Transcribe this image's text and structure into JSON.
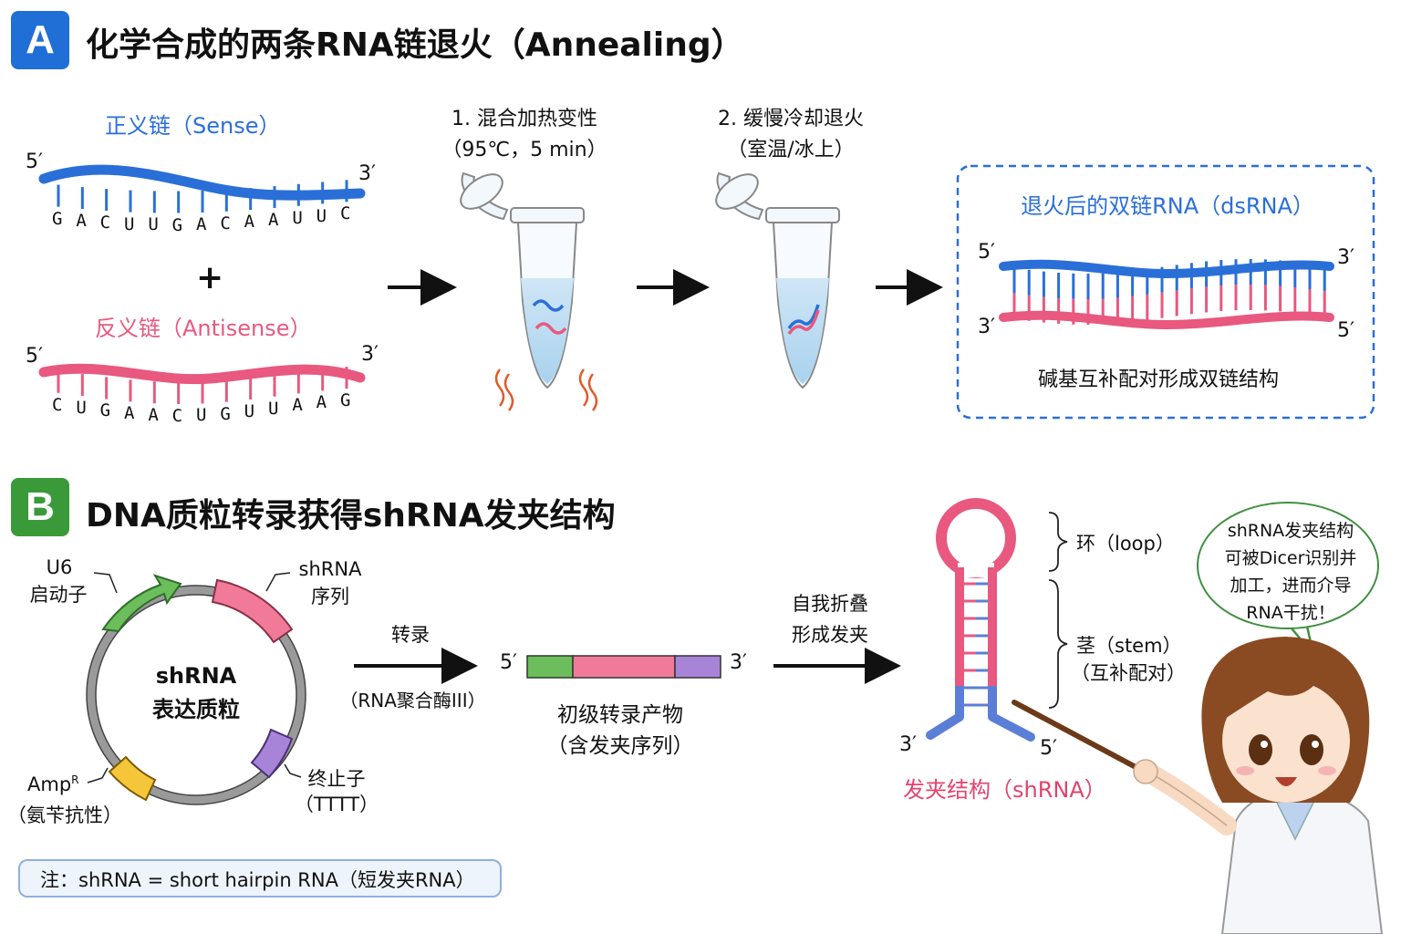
{
  "panel_a": {
    "badge": "A",
    "title": "化学合成的两条RNA链退火（Annealing）",
    "sense": {
      "label": "正义链（Sense）",
      "end5": "5′",
      "end3": "3′",
      "bases": [
        "G",
        "A",
        "C",
        "U",
        "U",
        "G",
        "A",
        "C",
        "A",
        "A",
        "U",
        "U",
        "C"
      ]
    },
    "plus": "+",
    "antisense": {
      "label": "反义链（Antisense）",
      "end5": "5′",
      "end3": "3′",
      "bases": [
        "C",
        "U",
        "G",
        "A",
        "A",
        "C",
        "U",
        "G",
        "U",
        "U",
        "A",
        "A",
        "G"
      ]
    },
    "step1": {
      "line1": "1. 混合加热变性",
      "line2": "（95℃，5 min）"
    },
    "step2": {
      "line1": "2. 缓慢冷却退火",
      "line2": "（室温/冰上）"
    },
    "result": {
      "title": "退火后的双链RNA（dsRNA）",
      "top5": "5′",
      "top3": "3′",
      "bottom3": "3′",
      "bottom5": "5′",
      "caption": "碱基互补配对形成双链结构"
    }
  },
  "panel_b": {
    "badge": "B",
    "title": "DNA质粒转录获得shRNA发夹结构",
    "plasmid": {
      "center_line1": "shRNA",
      "center_line2": "表达质粒",
      "u6_line1": "U6",
      "u6_line2": "启动子",
      "shrna_line1": "shRNA",
      "shrna_line2": "序列",
      "amp": "Amp",
      "amp_sup": "R",
      "amp_line2": "（氨苄抗性）",
      "term_line1": "终止子",
      "term_line2": "（TTTT）"
    },
    "transcribe": {
      "label": "转录",
      "sub": "（RNA聚合酶III）"
    },
    "transcript": {
      "end5": "5′",
      "end3": "3′",
      "line1": "初级转录产物",
      "line2": "（含发夹序列）"
    },
    "fold": {
      "line1": "自我折叠",
      "line2": "形成发夹"
    },
    "hairpin": {
      "loop": "环（loop）",
      "stem_line1": "茎（stem）",
      "stem_line2": "（互补配对）",
      "end3": "3′",
      "end5": "5′",
      "caption": "发夹结构（shRNA）"
    },
    "bubble": [
      "shRNA发夹结构",
      "可被Dicer识别并",
      "加工，进而介导",
      "RNA干扰！"
    ],
    "note": "注：shRNA = short hairpin RNA（短发夹RNA）"
  },
  "colors": {
    "badge_a": "#1f6fd6",
    "badge_b": "#3a9a3a",
    "sense_blue": "#2a6fd8",
    "antisense_pink": "#e8587f",
    "u6_green": "#6cbd5c",
    "shrna_pink": "#f07a98",
    "amp_yellow": "#f5c53a",
    "term_purple": "#a884d8"
  }
}
